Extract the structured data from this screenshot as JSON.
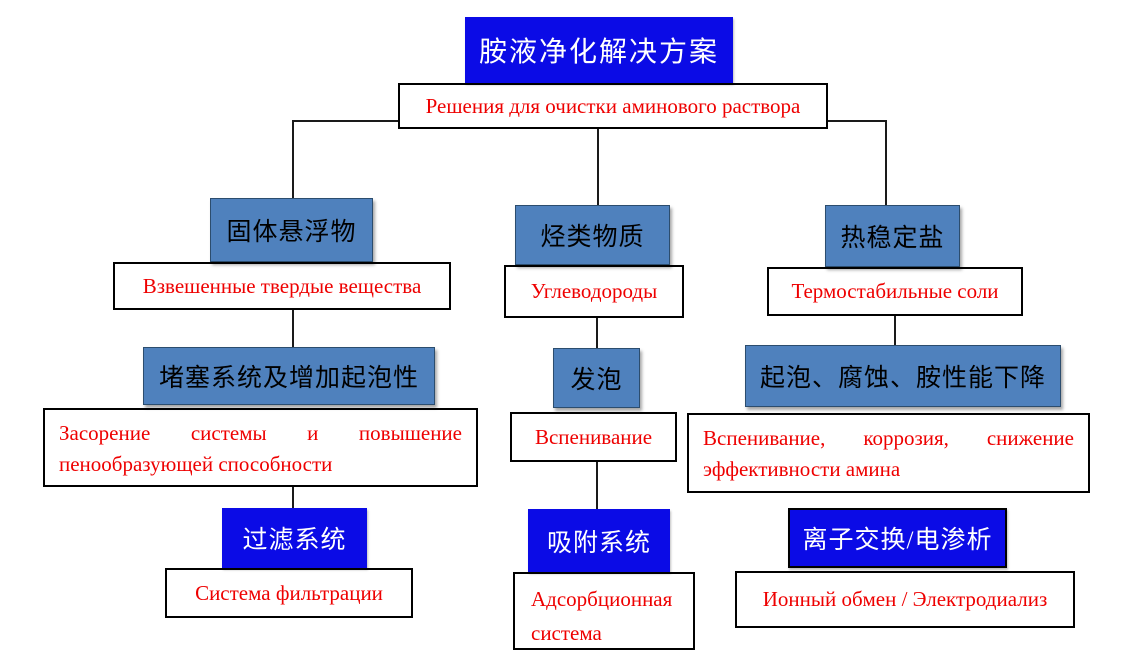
{
  "diagram_title": "Amine purification solutions flowchart",
  "colors": {
    "accent_blue": "#0b0be6",
    "steel_blue": "#4f81bd",
    "text_red": "#ee0000",
    "text_white": "#ffffff",
    "text_black": "#000000",
    "border_black": "#000000",
    "connector_line": "#1a1a1a"
  },
  "root": {
    "title_zh": "胺液净化解决方案",
    "title_ru": "Решения для очистки аминового раствора"
  },
  "columns": [
    {
      "name": "suspended-solids",
      "cause_zh": "固体悬浮物",
      "cause_ru": "Взвешенные твердые вещества",
      "effect_zh": "堵塞系统及增加起泡性",
      "effect_ru_lines": [
        "Засорение системы и повышение",
        "пенообразующей способности"
      ],
      "solution_zh": "过滤系统",
      "solution_ru": "Система фильтрации"
    },
    {
      "name": "hydrocarbons",
      "cause_zh": "烃类物质",
      "cause_ru": "Углеводороды",
      "effect_zh": "发泡",
      "effect_ru": "Вспенивание",
      "solution_zh": "吸附系统",
      "solution_ru": "Адсорбционная система"
    },
    {
      "name": "heat-stable-salts",
      "cause_zh": "热稳定盐",
      "cause_ru": "Термостабильные соли",
      "effect_zh": "起泡、腐蚀、胺性能下降",
      "effect_ru_lines": [
        "Вспенивание, коррозия, снижение",
        "эффективности амина"
      ],
      "solution_zh": "离子交换/电渗析",
      "solution_ru": "Ионный обмен / Электродиализ"
    }
  ]
}
